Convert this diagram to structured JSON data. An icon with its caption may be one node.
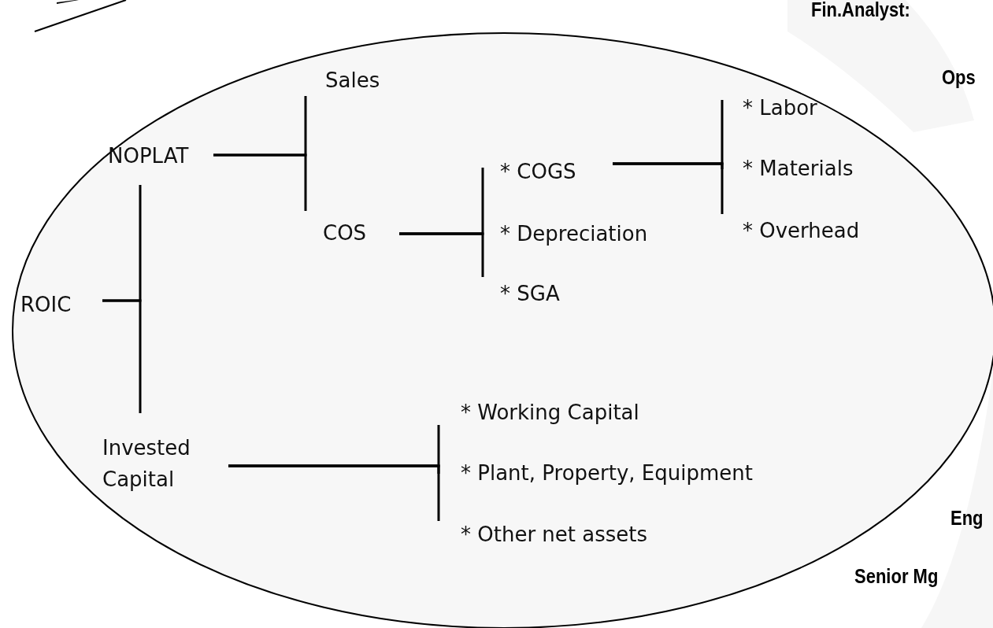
{
  "diagram": {
    "nodes": [
      {
        "text": [
          "ROIC"
        ]
      },
      {
        "text": [
          "NOPLAT"
        ]
      },
      {
        "text": [
          "Invested Capital"
        ]
      },
      {
        "text": [
          "Sales"
        ]
      },
      {
        "text": [
          "COS"
        ]
      },
      {
        "text": [
          "* COGS"
        ]
      },
      {
        "text": [
          "* Depreciation"
        ]
      },
      {
        "text": [
          "* SGA"
        ]
      },
      {
        "text": [
          "* Labor"
        ]
      },
      {
        "text": [
          "* Materials"
        ]
      },
      {
        "text": [
          "* Overhead"
        ]
      },
      {
        "text": [
          "* Working Capital"
        ]
      },
      {
        "text": [
          "* Plant, Property, Equipment"
        ]
      },
      {
        "text": [
          "* Other net assets"
        ]
      }
    ],
    "edges": [
      {
        "from": 0,
        "to": 1,
        "arrow": "none"
      },
      {
        "from": 0,
        "to": 2,
        "arrow": "none"
      },
      {
        "from": 1,
        "to": 3,
        "arrow": "none"
      },
      {
        "from": 1,
        "to": 4,
        "arrow": "none"
      },
      {
        "from": 4,
        "to": 5,
        "arrow": "none"
      },
      {
        "from": 4,
        "to": 6,
        "arrow": "none"
      },
      {
        "from": 4,
        "to": 7,
        "arrow": "none"
      },
      {
        "from": 5,
        "to": 8,
        "arrow": "none"
      },
      {
        "from": 5,
        "to": 9,
        "arrow": "none"
      },
      {
        "from": 5,
        "to": 10,
        "arrow": "none"
      },
      {
        "from": 2,
        "to": 11,
        "arrow": "none"
      },
      {
        "from": 2,
        "to": 12,
        "arrow": "none"
      },
      {
        "from": 2,
        "to": 13,
        "arrow": "none"
      }
    ],
    "labels": [
      "Fin.Analyst:",
      "Ops",
      "Eng",
      "Senior Mg"
    ]
  }
}
